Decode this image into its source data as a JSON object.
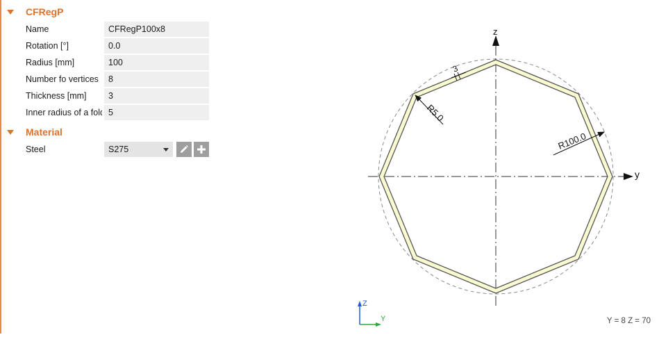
{
  "sections": {
    "cross_section": {
      "title": "CFRegP",
      "properties": [
        {
          "label": "Name",
          "value": "CFRegP100x8"
        },
        {
          "label": "Rotation [°]",
          "value": "0.0"
        },
        {
          "label": "Radius [mm]",
          "value": "100"
        },
        {
          "label": "Number fo vertices",
          "value": "8"
        },
        {
          "label": "Thickness [mm]",
          "value": "3"
        },
        {
          "label": "Inner radius of a fold",
          "value": "5"
        }
      ]
    },
    "material": {
      "title": "Material",
      "label": "Steel",
      "selected": "S275",
      "edit_icon": "pencil-icon",
      "add_icon": "plus-icon"
    }
  },
  "drawing": {
    "axis_z": "z",
    "axis_y": "y",
    "dim_thickness": "3",
    "dim_inner_radius": "R5.0",
    "dim_radius": "R100.0",
    "triad_z": "Z",
    "triad_y": "Y",
    "coords": "Y = 8  Z = 70",
    "colors": {
      "accent": "#e0732a",
      "section_fill": "#fafad0",
      "outline": "#555555",
      "triad_blue": "#1e5bd8",
      "triad_green": "#2eaa3a"
    }
  }
}
